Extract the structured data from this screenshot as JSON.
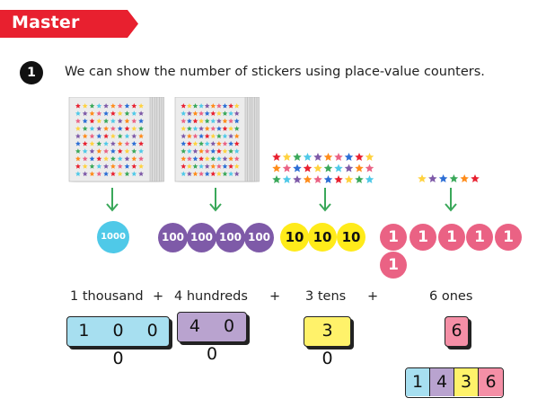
{
  "banner": {
    "title": "Master"
  },
  "question": {
    "number": "1",
    "text": "We can show the number of stickers using place-value counters."
  },
  "colors": {
    "banner_red": "#e8202f",
    "arrow_green": "#3aa85a",
    "thousand": "#4fc9e8",
    "hundred": "#7e5aa8",
    "ten": "#ffeb1a",
    "one": "#ea6284"
  },
  "counters": {
    "thousands": [
      "1000"
    ],
    "hundreds": [
      "100",
      "100",
      "100",
      "100"
    ],
    "tens": [
      "10",
      "10",
      "10"
    ],
    "ones": [
      "1",
      "1",
      "1",
      "1",
      "1",
      "1"
    ]
  },
  "labels": {
    "thousands": "1 thousand",
    "hundreds": "4 hundreds",
    "tens": "3 tens",
    "ones": "6 ones",
    "plus": "+"
  },
  "boxes": {
    "thousands": "1 0 0 0",
    "hundreds": "4 0 0",
    "tens": "3 0",
    "ones": "6"
  },
  "combined": [
    "1",
    "4",
    "3",
    "6"
  ]
}
